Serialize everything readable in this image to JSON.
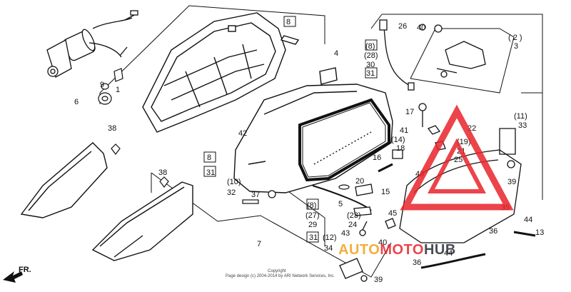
{
  "parts": {
    "p1": "1",
    "p2": "( 2 )",
    "p3": "3",
    "p4": "4",
    "p5": "5",
    "p6": "6",
    "p7": "7",
    "p8a": "8",
    "p8b": "(8)",
    "p8c": "8",
    "p8d": "(8)",
    "p9": "9",
    "p10": "(10)",
    "p11": "(11)",
    "p12": "(12)",
    "p13": "13",
    "p14": "(14)",
    "p15": "15",
    "p16": "16",
    "p17": "17",
    "p18": "18",
    "p19": "(19)",
    "p20": "20",
    "p21": "21",
    "p22": "22",
    "p23": "(23)",
    "p24": "24",
    "p25": "25",
    "p26": "26",
    "p27": "(27)",
    "p28": "(28)",
    "p29": "29",
    "p30": "30",
    "p31a": "31",
    "p31b": "31",
    "p31c": "31",
    "p32": "32",
    "p33": "33",
    "p34": "34",
    "p35": "35",
    "p36a": "36",
    "p36b": "36",
    "p37": "37",
    "p38a": "38",
    "p38b": "38",
    "p39a": "39",
    "p39b": "39",
    "p40a": "40",
    "p40b": "40",
    "p41": "41",
    "p42": "42",
    "p43a": "43",
    "p43b": "43",
    "p44a": "44",
    "p44b": "44",
    "p45": "45"
  },
  "footer": {
    "copyright": "Copyright",
    "notice": "Page design (c) 2004-2014 by ARI Network Services, Inc."
  },
  "direction": {
    "label": "FR."
  },
  "watermark": {
    "text": "AUTOMOTOHUB",
    "colors": {
      "red": "#e8242b",
      "orange": "#f2a21a",
      "dark": "#2a2f36"
    }
  }
}
